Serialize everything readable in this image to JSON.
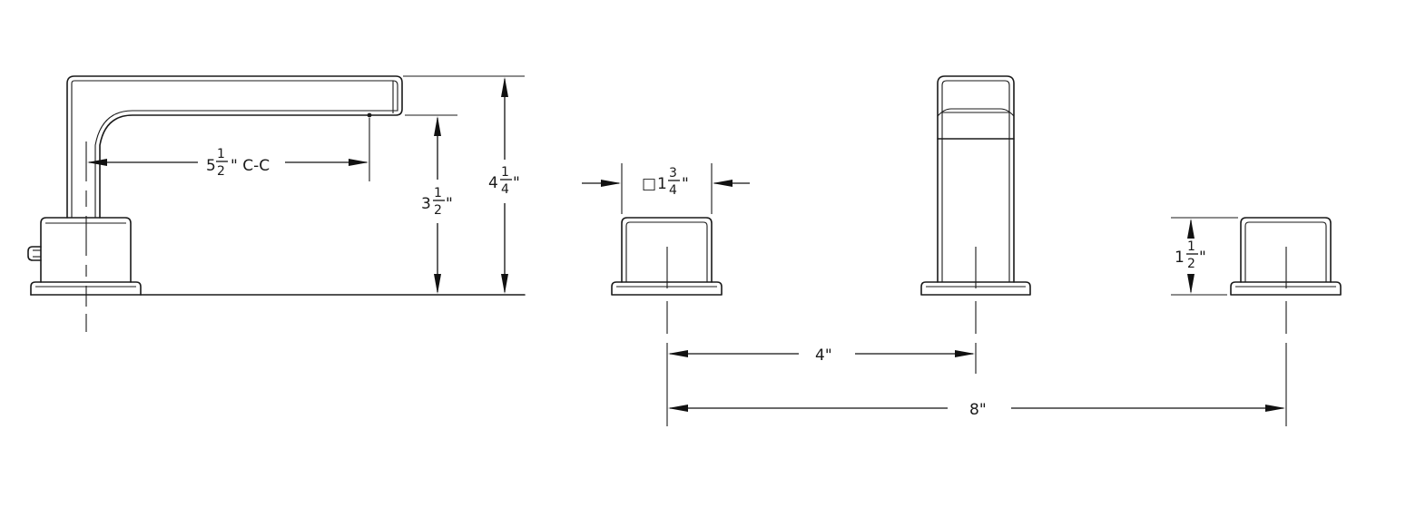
{
  "dimensions": {
    "spout_reach": {
      "whole": "5",
      "num": "1",
      "den": "2",
      "suffix": "\" C-C"
    },
    "spout_height": {
      "whole": "3",
      "num": "1",
      "den": "2",
      "suffix": "\""
    },
    "total_height": {
      "whole": "4",
      "num": "1",
      "den": "4",
      "suffix": "\""
    },
    "handle_width": {
      "square_symbol": "□",
      "whole": "1",
      "num": "3",
      "den": "4",
      "suffix": "\""
    },
    "handle_height": {
      "whole": "1",
      "num": "1",
      "den": "2",
      "suffix": "\""
    },
    "center_spacing": "4\"",
    "overall_spread": "8\""
  },
  "colors": {
    "line": "#1a1a1a",
    "background": "#ffffff"
  }
}
